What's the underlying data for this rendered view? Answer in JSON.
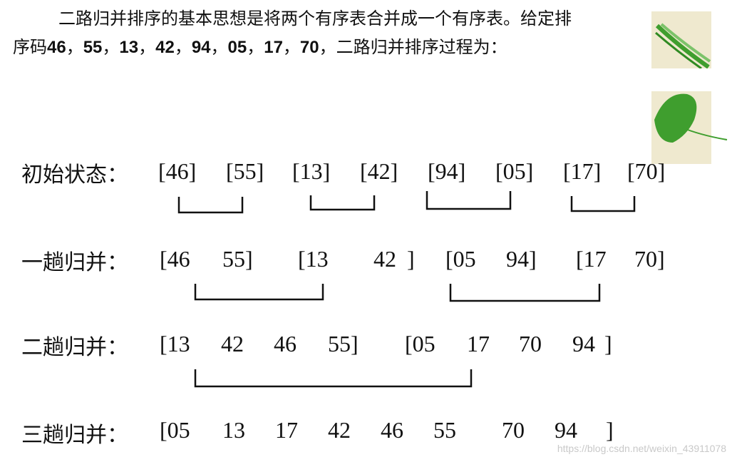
{
  "intro": {
    "line1": "二路归并排序的基本思想是将两个有序表合并成一个有序表。给定排",
    "line2_prefix": "序码",
    "codes": [
      "46",
      "55",
      "13",
      "42",
      "94",
      "05",
      "17",
      "70"
    ],
    "separator": "，",
    "line2_suffix": "二路归并排序过程为："
  },
  "rows": [
    {
      "label": "初始状态：",
      "tokens": [
        "[46]",
        "[55]",
        "[13]",
        "[42]",
        "[94]",
        "[05]",
        "[17]",
        "[70]"
      ]
    },
    {
      "label": "一趟归并：",
      "tokens": [
        "[46",
        "55]",
        "[13",
        "42",
        "]",
        "[05",
        "94]",
        "[17",
        "70]"
      ]
    },
    {
      "label": "二趟归并：",
      "tokens": [
        "[13",
        "42",
        "46",
        "55]",
        "[05",
        "17",
        "70",
        "94",
        "]"
      ]
    },
    {
      "label": "三趟归并：",
      "tokens": [
        "[05",
        "13",
        "17",
        "42",
        "46",
        "55",
        "70",
        "94",
        "]"
      ]
    }
  ],
  "watermark": "https://blog.csdn.net/weixin_43911078",
  "colors": {
    "text": "#111111",
    "leaf_green": "#3f9e2e",
    "leaf_bg": "#efe9cf",
    "watermark": "#c9c9c9"
  }
}
